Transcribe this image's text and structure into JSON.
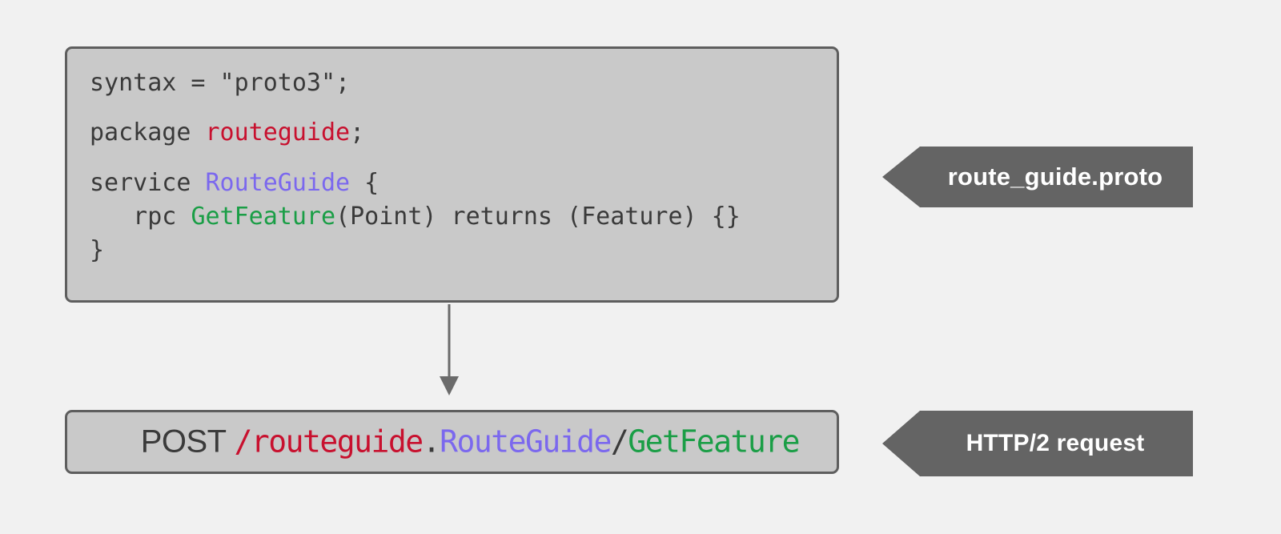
{
  "page": {
    "background_color": "#f1f1f1",
    "title": "gRPC proto service to HTTP/2 request path mapping"
  },
  "colors": {
    "box_fill": "#c9c9c9",
    "box_border": "#5e5e5e",
    "callout_fill": "#646464",
    "callout_text": "#ffffff",
    "token_plain": "#3a3a3a",
    "token_package": "#c8102e",
    "token_service": "#7b68ee",
    "token_method": "#1a9e46",
    "arrow": "#6b6b6b"
  },
  "proto_box": {
    "lines": [
      {
        "tokens": [
          {
            "text": "syntax = \"proto3\";",
            "kind": "plain"
          }
        ]
      },
      {
        "blank": true
      },
      {
        "tokens": [
          {
            "text": "package ",
            "kind": "plain"
          },
          {
            "text": "routeguide",
            "kind": "package"
          },
          {
            "text": ";",
            "kind": "plain"
          }
        ]
      },
      {
        "blank": true
      },
      {
        "tokens": [
          {
            "text": "service ",
            "kind": "plain"
          },
          {
            "text": "RouteGuide",
            "kind": "service"
          },
          {
            "text": " {",
            "kind": "plain"
          }
        ]
      },
      {
        "tokens": [
          {
            "text": "   rpc ",
            "kind": "plain"
          },
          {
            "text": "GetFeature",
            "kind": "method"
          },
          {
            "text": "(Point) returns (Feature) {}",
            "kind": "plain"
          }
        ]
      },
      {
        "tokens": [
          {
            "text": "}",
            "kind": "plain"
          }
        ]
      }
    ],
    "plain_text": "syntax = \"proto3\";\n\npackage routeguide;\n\nservice RouteGuide {\n   rpc GetFeature(Point) returns (Feature) {}\n}"
  },
  "post_box": {
    "method": "POST",
    "separator": " ",
    "tokens": [
      {
        "text": "/",
        "kind": "package"
      },
      {
        "text": "routeguide",
        "kind": "package"
      },
      {
        "text": ".",
        "kind": "plain"
      },
      {
        "text": "RouteGuide",
        "kind": "service"
      },
      {
        "text": "/",
        "kind": "plain"
      },
      {
        "text": "GetFeature",
        "kind": "method"
      }
    ],
    "plain_text": "POST /routeguide.RouteGuide/GetFeature"
  },
  "callouts": {
    "proto_label": "route_guide.proto",
    "http_label": "HTTP/2 request"
  },
  "connector": {
    "direction": "down",
    "icon": "down-arrow-icon"
  }
}
